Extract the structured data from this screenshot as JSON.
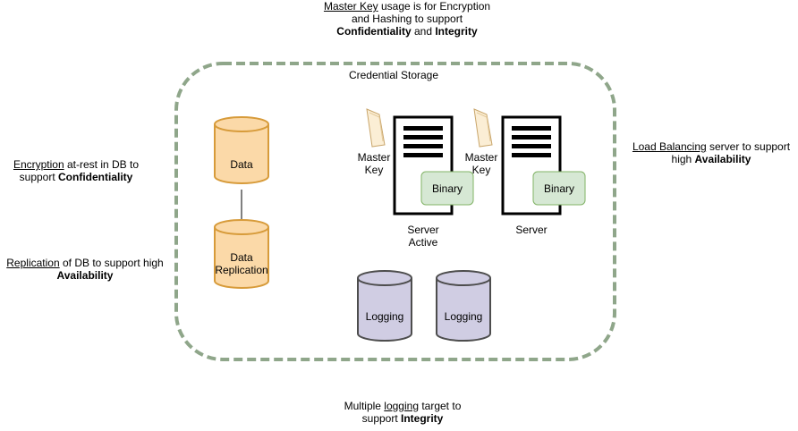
{
  "notes": {
    "top": {
      "u": "Master Key",
      "t1": " usage is for Encryption",
      "l2": "and Hashing to support",
      "b1": "Confidentiality",
      "t2": " and ",
      "b2": "Integrity"
    },
    "encryption": {
      "u": "Encryption",
      "t1": " at-rest in DB to",
      "l2pre": "support ",
      "b": "Confidentiality"
    },
    "replication": {
      "u": "Replication",
      "t1": " of DB to support high",
      "b": "Availability"
    },
    "load_balancing": {
      "u": "Load Balancing",
      "t1": " server to support",
      "l2pre": "high ",
      "b": "Availability"
    },
    "logging": {
      "l1pre": "Multiple ",
      "u": "logging",
      "t1": " target to",
      "l2pre": "support ",
      "b": "Integrity"
    }
  },
  "diagram": {
    "container_label": "Credential Storage",
    "db_data": "Data",
    "db_replication_l1": "Data",
    "db_replication_l2": "Replication",
    "key1_l1": "Master",
    "key1_l2": "Key",
    "key2_l1": "Master",
    "key2_l2": "Key",
    "binary1": "Binary",
    "binary2": "Binary",
    "server1_l1": "Server",
    "server1_l2": "Active",
    "server2_l1": "Server",
    "logging1": "Logging",
    "logging2": "Logging"
  },
  "colors": {
    "container_border": "#8fa68a",
    "db_fill": "#fbd9a8",
    "db_stroke": "#d79b3a",
    "logging_fill": "#d0cde3",
    "logging_stroke": "#4d4d4d",
    "binary_fill": "#d6e8d4",
    "binary_stroke": "#82b366",
    "key_fill": "#fbeed5",
    "key_stroke": "#c9a66b"
  }
}
